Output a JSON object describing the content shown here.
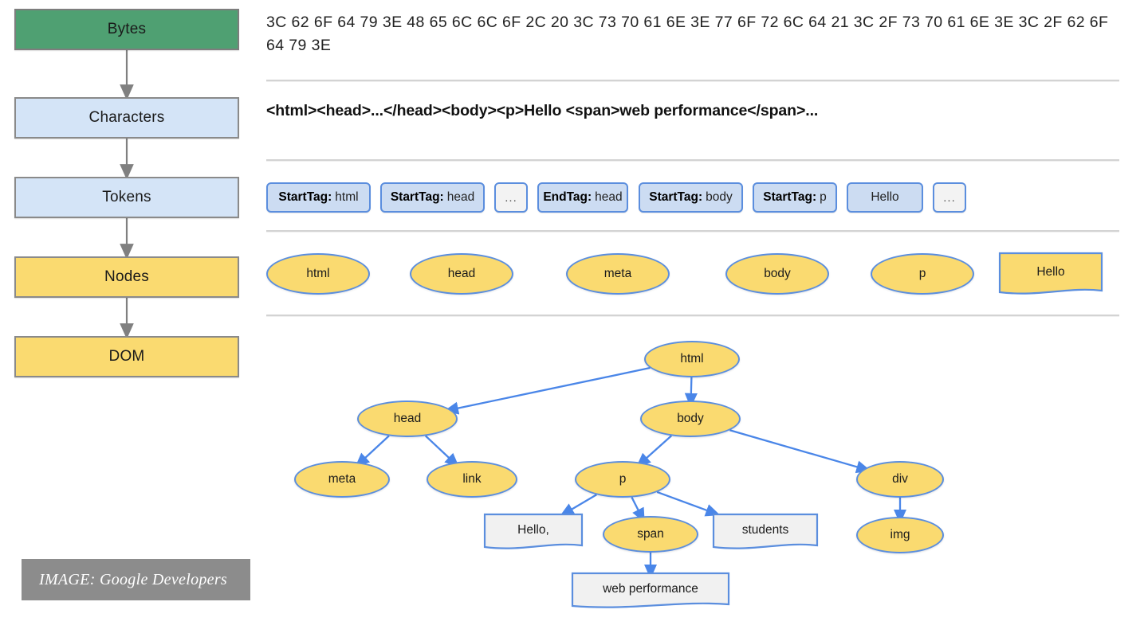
{
  "pipeline": {
    "steps": [
      {
        "label": "Bytes",
        "style": "green"
      },
      {
        "label": "Characters",
        "style": "blue"
      },
      {
        "label": "Tokens",
        "style": "blue"
      },
      {
        "label": "Nodes",
        "style": "yellow"
      },
      {
        "label": "DOM",
        "style": "yellow"
      }
    ]
  },
  "bytes_row": {
    "text": "3C 62 6F 64 79 3E 48 65 6C 6C 6F 2C 20 3C 73 70 61 6E 3E 77 6F 72 6C 64 21 3C 2F 73 70 61 6E 3E 3C 2F 62 6F 64 79 3E"
  },
  "characters_row": {
    "text": "<html><head>...</head><body><p>Hello <span>web performance</span>..."
  },
  "tokens_row": {
    "tokens": [
      {
        "kind": "StartTag:",
        "value": "html",
        "type": "tag"
      },
      {
        "kind": "StartTag:",
        "value": "head",
        "type": "tag"
      },
      {
        "kind": "",
        "value": "...",
        "type": "ellipsis"
      },
      {
        "kind": "EndTag:",
        "value": "head",
        "type": "tag"
      },
      {
        "kind": "StartTag:",
        "value": "body",
        "type": "tag"
      },
      {
        "kind": "StartTag:",
        "value": "p",
        "type": "tag"
      },
      {
        "kind": "",
        "value": "Hello",
        "type": "text"
      },
      {
        "kind": "",
        "value": "...",
        "type": "ellipsis"
      }
    ]
  },
  "nodes_row": {
    "nodes": [
      {
        "label": "html",
        "shape": "ellipse"
      },
      {
        "label": "head",
        "shape": "ellipse"
      },
      {
        "label": "meta",
        "shape": "ellipse"
      },
      {
        "label": "body",
        "shape": "ellipse"
      },
      {
        "label": "p",
        "shape": "ellipse"
      },
      {
        "label": "Hello",
        "shape": "textnode"
      }
    ]
  },
  "dom_tree": {
    "nodes": [
      {
        "id": "html",
        "label": "html",
        "shape": "ellipse"
      },
      {
        "id": "head",
        "label": "head",
        "shape": "ellipse"
      },
      {
        "id": "body",
        "label": "body",
        "shape": "ellipse"
      },
      {
        "id": "meta",
        "label": "meta",
        "shape": "ellipse"
      },
      {
        "id": "link",
        "label": "link",
        "shape": "ellipse"
      },
      {
        "id": "p",
        "label": "p",
        "shape": "ellipse"
      },
      {
        "id": "div",
        "label": "div",
        "shape": "ellipse"
      },
      {
        "id": "hello",
        "label": "Hello,",
        "shape": "textnode"
      },
      {
        "id": "span",
        "label": "span",
        "shape": "ellipse"
      },
      {
        "id": "stud",
        "label": "students",
        "shape": "textnode"
      },
      {
        "id": "img",
        "label": "img",
        "shape": "ellipse"
      },
      {
        "id": "webp",
        "label": "web performance",
        "shape": "textnode"
      }
    ],
    "edges": [
      [
        "html",
        "head"
      ],
      [
        "html",
        "body"
      ],
      [
        "head",
        "meta"
      ],
      [
        "head",
        "link"
      ],
      [
        "body",
        "p"
      ],
      [
        "body",
        "div"
      ],
      [
        "p",
        "hello"
      ],
      [
        "p",
        "span"
      ],
      [
        "p",
        "stud"
      ],
      [
        "div",
        "img"
      ],
      [
        "span",
        "webp"
      ]
    ]
  },
  "credit": {
    "text": "IMAGE: Google Developers"
  },
  "colors": {
    "green": "#4fa072",
    "light_blue": "#d4e4f7",
    "yellow": "#fada70",
    "node_border": "#5b8ede",
    "box_border": "#8a8a8a",
    "divider": "#d3d3d3",
    "credit_bg": "#8c8c8c",
    "text_node_fill": "#f1f1f1",
    "token_fill": "#ccdcf2"
  }
}
